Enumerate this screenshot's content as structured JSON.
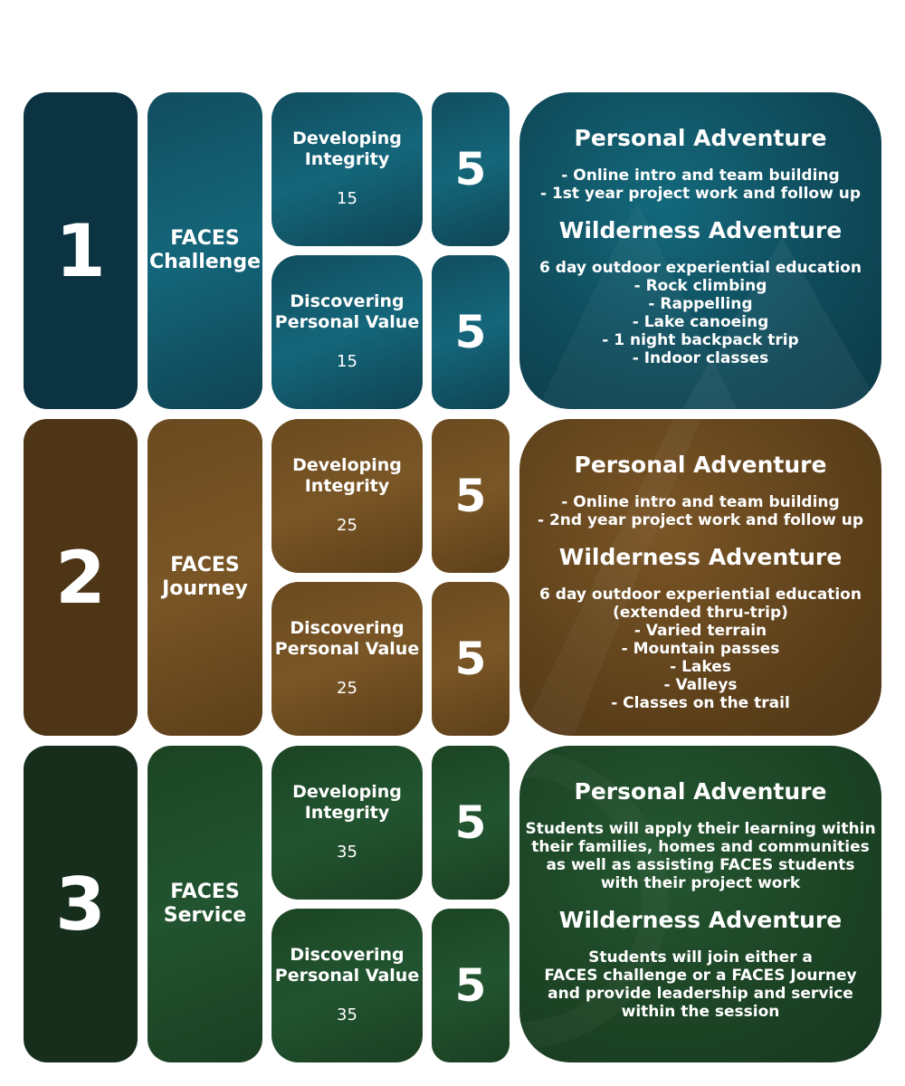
{
  "tiers": [
    {
      "number": "1",
      "name_lines": [
        "FACES",
        "Challenge"
      ],
      "courses": [
        {
          "title_lines": [
            "Developing",
            "Integrity"
          ],
          "code": "15",
          "credit": "5"
        },
        {
          "title_lines": [
            "Discovering",
            "Personal Value"
          ],
          "code": "15",
          "credit": "5"
        }
      ],
      "personal_title": "Personal Adventure",
      "personal_lines": [
        "- Online intro and team building",
        "- 1st year project work and follow up"
      ],
      "wilderness_title": "Wilderness Adventure",
      "wilderness_lines": [
        "6 day outdoor experiential education",
        "- Rock climbing",
        "- Rappelling",
        "- Lake canoeing",
        "- 1 night backpack trip",
        "- Indoor classes"
      ]
    },
    {
      "number": "2",
      "name_lines": [
        "FACES",
        "Journey"
      ],
      "courses": [
        {
          "title_lines": [
            "Developing",
            "Integrity"
          ],
          "code": "25",
          "credit": "5"
        },
        {
          "title_lines": [
            "Discovering",
            "Personal Value"
          ],
          "code": "25",
          "credit": "5"
        }
      ],
      "personal_title": "Personal Adventure",
      "personal_lines": [
        "- Online intro and team building",
        "- 2nd year project work and follow up"
      ],
      "wilderness_title": "Wilderness Adventure",
      "wilderness_lines": [
        "6 day outdoor experiential education",
        "(extended thru-trip)",
        "- Varied terrain",
        "- Mountain passes",
        "- Lakes",
        "- Valleys",
        "- Classes on the trail"
      ]
    },
    {
      "number": "3",
      "name_lines": [
        "FACES",
        "Service"
      ],
      "courses": [
        {
          "title_lines": [
            "Developing",
            "Integrity"
          ],
          "code": "35",
          "credit": "5"
        },
        {
          "title_lines": [
            "Discovering",
            "Personal Value"
          ],
          "code": "35",
          "credit": "5"
        }
      ],
      "personal_title": "Personal Adventure",
      "personal_lines": [
        "Students will apply their learning within",
        "their families, homes and communities",
        "as well as assisting FACES students",
        "with their project work"
      ],
      "wilderness_title": "Wilderness Adventure",
      "wilderness_lines": [
        "Students will join either a",
        "FACES challenge or a FACES Journey",
        "and provide leadership and service",
        "within the session"
      ]
    }
  ]
}
